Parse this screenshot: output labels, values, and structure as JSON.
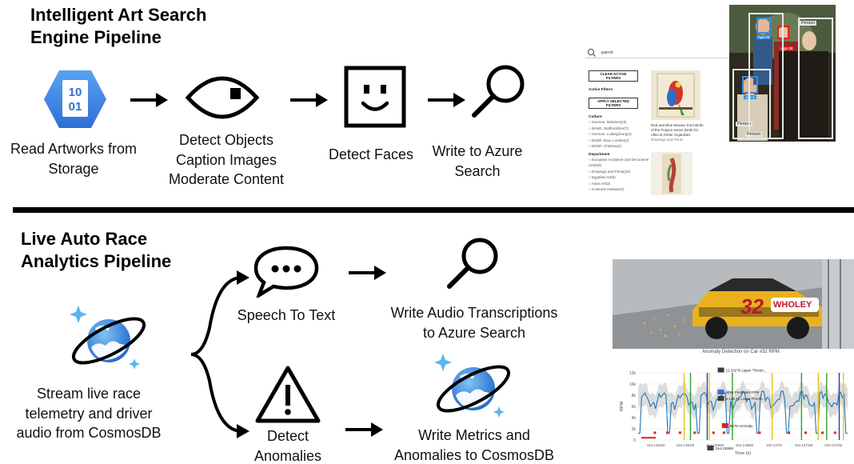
{
  "art_pipeline": {
    "title_line1": "Intelligent Art Search",
    "title_line2": "Engine Pipeline",
    "steps": {
      "read": [
        "Read Artworks from",
        "Storage"
      ],
      "detect": [
        "Detect Objects",
        "Caption Images",
        "Moderate Content"
      ],
      "faces": [
        "Detect Faces"
      ],
      "write": [
        "Write to Azure",
        "Search"
      ]
    },
    "storage_icon_text": [
      "10",
      "01"
    ],
    "preview": {
      "search_text": "parrot",
      "clear_filters": [
        "CLEAR ACTIVE",
        "FILTERS"
      ],
      "active_filters": "Active Filters",
      "apply_filters": [
        "APPLY SELECTED",
        "FILTERS"
      ],
      "culture_heading": "Culture",
      "culture_items": [
        "German, Meissen(23)",
        "British, Staffordshire(7)",
        "German, Ludwigsburg(3)",
        "British, Bow, London(2)",
        "British, Chelsea(2)"
      ],
      "department_heading": "Department",
      "department_items": [
        "European Sculpture and Decorative Arts(59)",
        "Drawings and Prints(34)",
        "Egyptian Art(8)",
        "Asian Art(2)",
        "Costume Institute(2)"
      ],
      "result_caption": "Red and Blue Macaw, from Birds of the Tropics series (N38) for Allen & Ginter Cigarettes",
      "result_sub": "Drawings and Prints",
      "face_tags": [
        "Age 34",
        "Age 6",
        "Age 35",
        "Age 5"
      ],
      "person_tags": [
        "Person",
        "Person",
        "Person"
      ]
    }
  },
  "race_pipeline": {
    "title_line1": "Live Auto Race",
    "title_line2": "Analytics Pipeline",
    "steps": {
      "stream": [
        "Stream live race",
        "telemetry and driver",
        "audio from CosmosDB"
      ],
      "speech": [
        "Speech To Text"
      ],
      "write_audio": [
        "Write Audio Transcriptions",
        "to Azure Search"
      ],
      "anomalies": [
        "Detect",
        "Anomalies"
      ],
      "write_metrics": [
        "Write Metrics and",
        "Anomalies to CosmosDB"
      ]
    },
    "photo_caption": "Anomaly Detection on Car #32 RPM",
    "car_number": "32",
    "car_sponsor": "WHOLEY",
    "chart_data": {
      "type": "line",
      "ylabel": "RPM",
      "xlabel": "Time (s)",
      "y_ticks": [
        "12k",
        "10k",
        "8k",
        "6k",
        "4k",
        "2k",
        "0"
      ],
      "x_ticks": [
        "154.1362M",
        "154.1364M",
        "154.1366M",
        "154.1368M",
        "154.137M",
        "154.1372M",
        "154.1374M"
      ],
      "tooltips": [
        "12.2027k Upper Thresh...",
        "8495 Predicted RPM",
        "5.149.4k Lower Thresh...",
        "8478 Anomaly",
        "154.1365M"
      ],
      "colors": {
        "rpm": "#1f77b4",
        "threshold_band": "#9e9e9e",
        "anomaly": "#e0201f",
        "green_marker": "#2ca02c",
        "yellow_marker": "#e6c619",
        "blue_marker": "#1f3fb4"
      }
    }
  }
}
